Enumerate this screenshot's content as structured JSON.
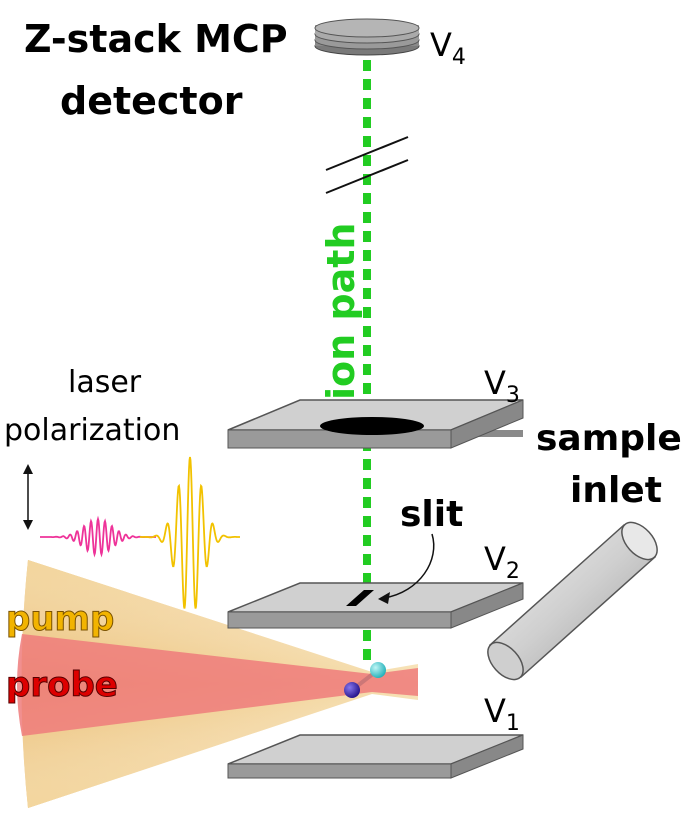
{
  "labels": {
    "detector_line1": "Z-stack MCP",
    "detector_line2": "detector",
    "v4": "V",
    "v4_sub": "4",
    "v3": "V",
    "v3_sub": "3",
    "v2": "V",
    "v2_sub": "2",
    "v1": "V",
    "v1_sub": "1",
    "ion_path": "ion path",
    "laser_line1": "laser",
    "laser_line2": "polarization",
    "sample_line1": "sample",
    "sample_line2": "inlet",
    "slit": "slit",
    "pump": "pump",
    "probe": "probe"
  },
  "colors": {
    "ion_path": "#22cc22",
    "pump_pulse": "#ee3399",
    "probe_pulse": "#f2c200",
    "pump_beam": "#f1ca84",
    "probe_beam": "#ef7b7b",
    "pump_text": "#f2b400",
    "probe_text": "#dd0000",
    "plate": "#c8c8c8",
    "atom_cyan": "#33cccc",
    "atom_blue": "#3322aa"
  }
}
